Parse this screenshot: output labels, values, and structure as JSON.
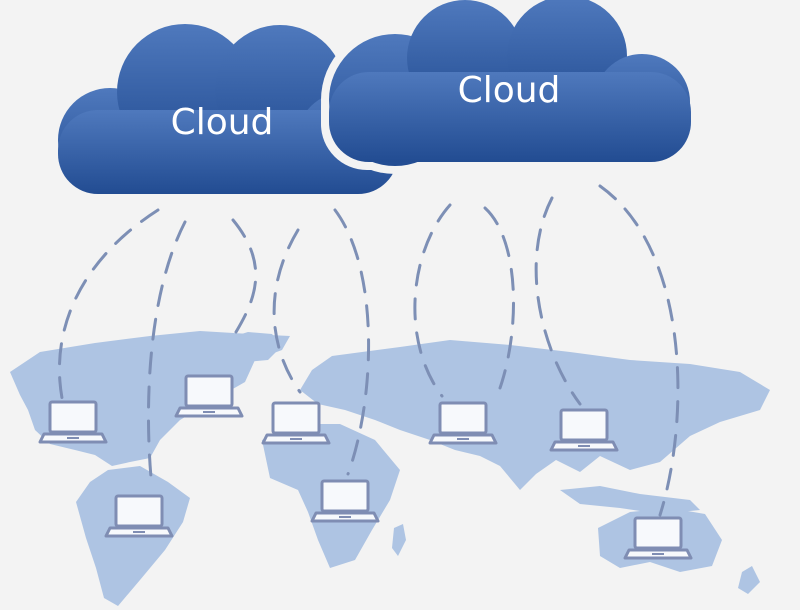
{
  "clouds": [
    {
      "id": "cloud-left",
      "label": "Cloud"
    },
    {
      "id": "cloud-right",
      "label": "Cloud"
    }
  ],
  "colors": {
    "cloud_top": "#4f79bd",
    "cloud_bottom": "#224c92",
    "map": "#aec4e3",
    "connector": "#7d8fb5",
    "laptop": "#7f8db3",
    "background": "#f3f3f3"
  },
  "laptops": [
    {
      "location": "north-america-west"
    },
    {
      "location": "north-america-north"
    },
    {
      "location": "south-america"
    },
    {
      "location": "europe"
    },
    {
      "location": "africa"
    },
    {
      "location": "south-asia"
    },
    {
      "location": "east-asia"
    },
    {
      "location": "australia"
    }
  ]
}
